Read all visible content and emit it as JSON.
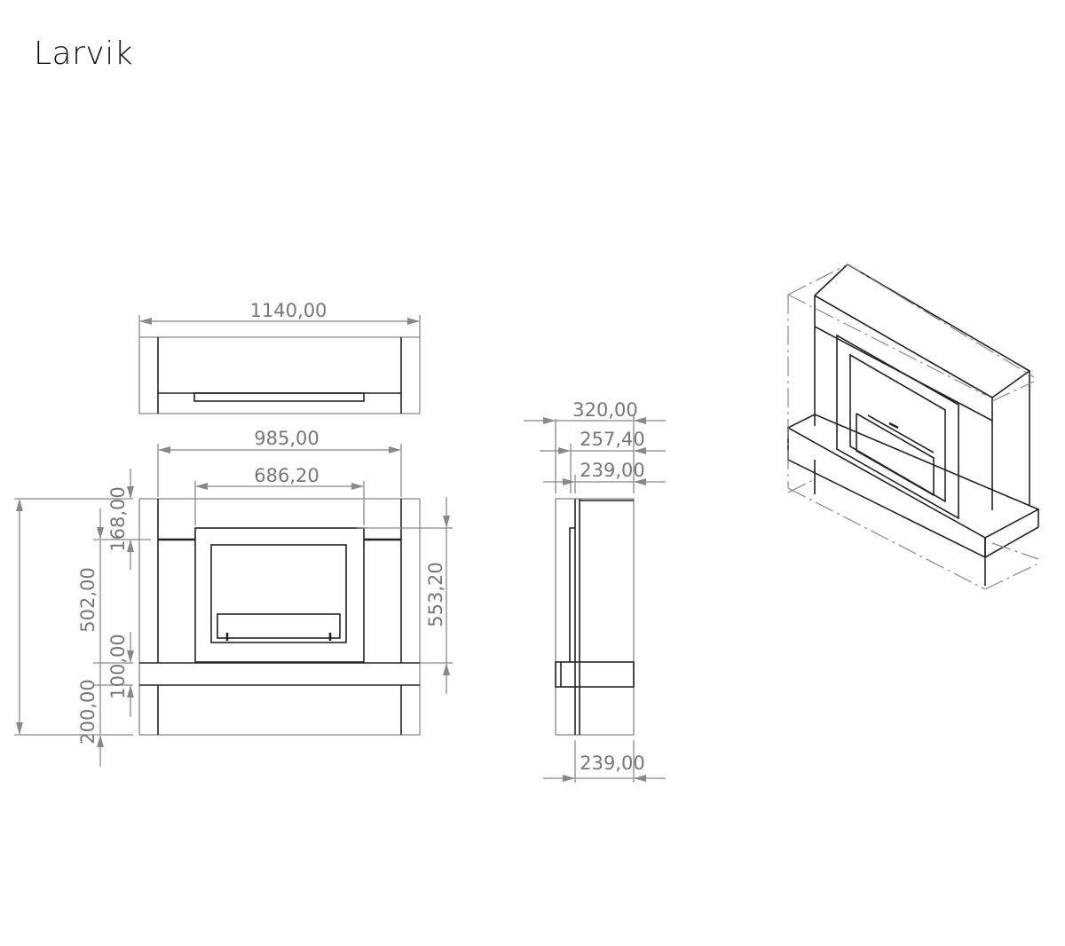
{
  "title": "Larvik",
  "dimensions": {
    "top_width": "1140,00",
    "front_outer_width": "985,00",
    "insert_width": "686,20",
    "top_band": "168,00",
    "body_height": "502,00",
    "shelf_height": "100,00",
    "base_height": "200,00",
    "insert_height": "553,20",
    "side_depth_total": "320,00",
    "side_depth_insert": "257,40",
    "side_depth_body": "239,00",
    "side_depth_base": "239,00"
  }
}
